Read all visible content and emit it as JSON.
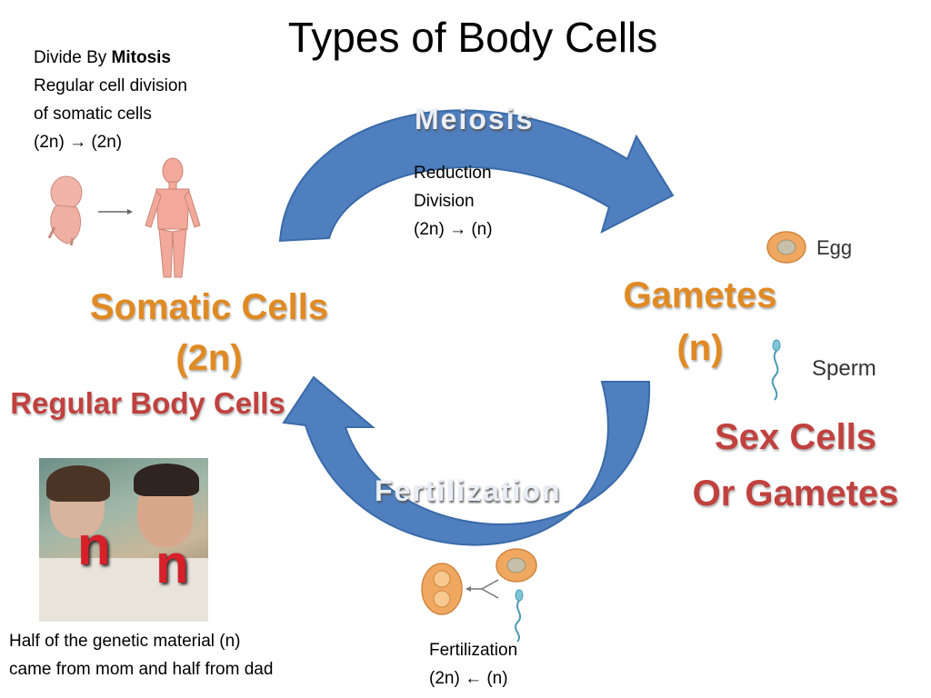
{
  "title": "Types of Body Cells",
  "mitosis_note": {
    "line1_prefix": "Divide By ",
    "line1_bold": "Mitosis",
    "line2": "Regular cell division",
    "line3": "of somatic cells",
    "line4": "(2n) → (2n)"
  },
  "meiosis": {
    "arrow_label": "Meiosis",
    "note_line1": "Reduction",
    "note_line2": "Division",
    "note_line3": "(2n) → (n)"
  },
  "fertilization": {
    "arrow_label": "Fertilization",
    "note_line1": "Fertilization",
    "note_line2": "(2n) ← (n)"
  },
  "somatic": {
    "line1": "Somatic Cells",
    "line2": "(2n)",
    "sub": "Regular Body Cells"
  },
  "gametes": {
    "line1": "Gametes",
    "line2": "(n)",
    "sex_line1": "Sex Cells",
    "sex_line2": "Or Gametes",
    "egg_label": "Egg",
    "sperm_label": "Sperm"
  },
  "photo": {
    "left_letter": "n",
    "right_letter": "n"
  },
  "genetics_note": {
    "line1": "Half of the genetic material (n)",
    "line2": "came from mom and half from dad"
  },
  "colors": {
    "arrow_fill": "#4f7fbf",
    "arrow_stroke": "#3a6aa8",
    "orange_text": "#e08a24",
    "red_text": "#c0413e",
    "cell_orange": "#f0a860"
  },
  "icons": [
    "embryo-icon",
    "human-body-icon",
    "egg-cell-icon",
    "sperm-cell-icon",
    "zygote-icon"
  ]
}
